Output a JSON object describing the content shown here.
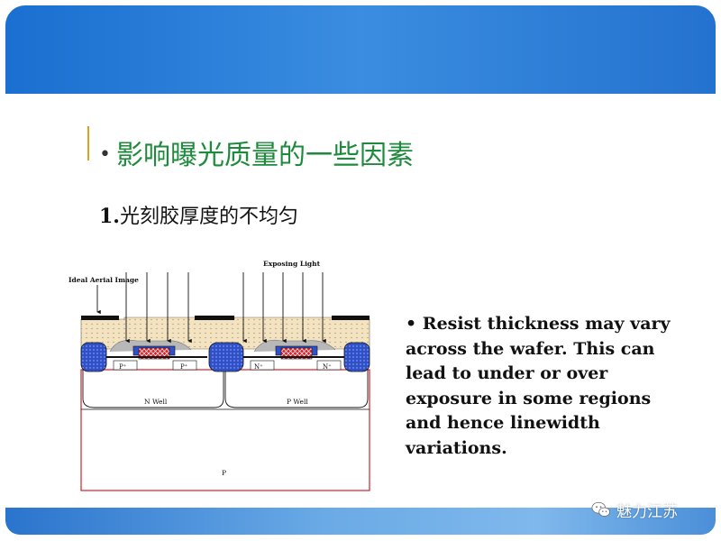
{
  "slide": {
    "title_bullet": "•",
    "title": "影响曝光质量的一些因素",
    "subtitle_number": "1.",
    "subtitle": "光刻胶厚度的不均匀"
  },
  "figure": {
    "label_exposing_light": "Exposing Light",
    "label_ideal_aerial_image": "Ideal Aerial Image",
    "label_n_well": "N Well",
    "label_p_well": "P Well",
    "label_substrate": "P",
    "label_p_plus": "P⁺",
    "label_n_plus": "N⁺"
  },
  "body": {
    "bullet": "•",
    "lines": [
      "Resist thickness may vary",
      "across the wafer. This can",
      "lead to under or over",
      "exposure in some regions",
      "and hence linewidth",
      "variations."
    ]
  },
  "watermark": {
    "text": "魅力江苏",
    "icon": "wechat-icon"
  },
  "colors": {
    "banner_blue": "#2a7ad6",
    "title_green": "#1e8b3c",
    "resist_tan": "#f3e3c0",
    "oxide_blue": "#3050c8",
    "poly_red": "#e0202a",
    "substrate_red": "#d02030"
  }
}
